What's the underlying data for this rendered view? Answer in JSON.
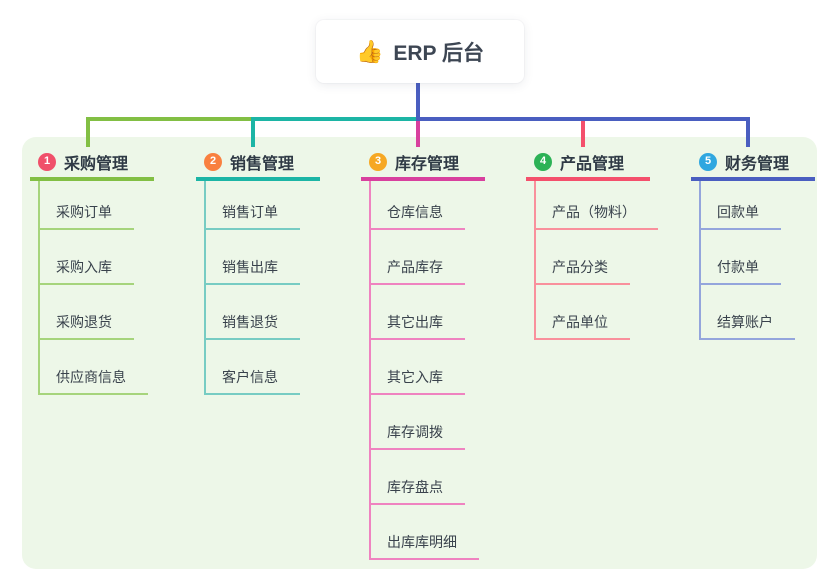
{
  "root": {
    "emoji": "👍",
    "title": "ERP 后台"
  },
  "panel_color": "#edf7e8",
  "branches": [
    {
      "number": "1",
      "title": "采购管理",
      "colors": {
        "main": "#82bf44",
        "child": "#a6d47c",
        "badge": "#f0506a"
      },
      "children": [
        "采购订单",
        "采购入库",
        "采购退货",
        "供应商信息"
      ]
    },
    {
      "number": "2",
      "title": "销售管理",
      "colors": {
        "main": "#1cb5a5",
        "child": "#77ccc3",
        "badge": "#f9803f"
      },
      "children": [
        "销售订单",
        "销售出库",
        "销售退货",
        "客户信息"
      ]
    },
    {
      "number": "3",
      "title": "库存管理",
      "colors": {
        "main": "#d8409e",
        "child": "#ef83c0",
        "badge": "#f6a823"
      },
      "children": [
        "仓库信息",
        "产品库存",
        "其它出库",
        "其它入库",
        "库存调拨",
        "库存盘点",
        "出库库明细"
      ]
    },
    {
      "number": "4",
      "title": "产品管理",
      "colors": {
        "main": "#f4506c",
        "child": "#f9909c",
        "badge": "#2cb256"
      },
      "children": [
        "产品（物料）",
        "产品分类",
        "产品单位"
      ]
    },
    {
      "number": "5",
      "title": "财务管理",
      "colors": {
        "main": "#4a5ec0",
        "child": "#94a5dc",
        "badge": "#2fa7e0"
      },
      "children": [
        "回款单",
        "付款单",
        "结算账户"
      ]
    }
  ]
}
